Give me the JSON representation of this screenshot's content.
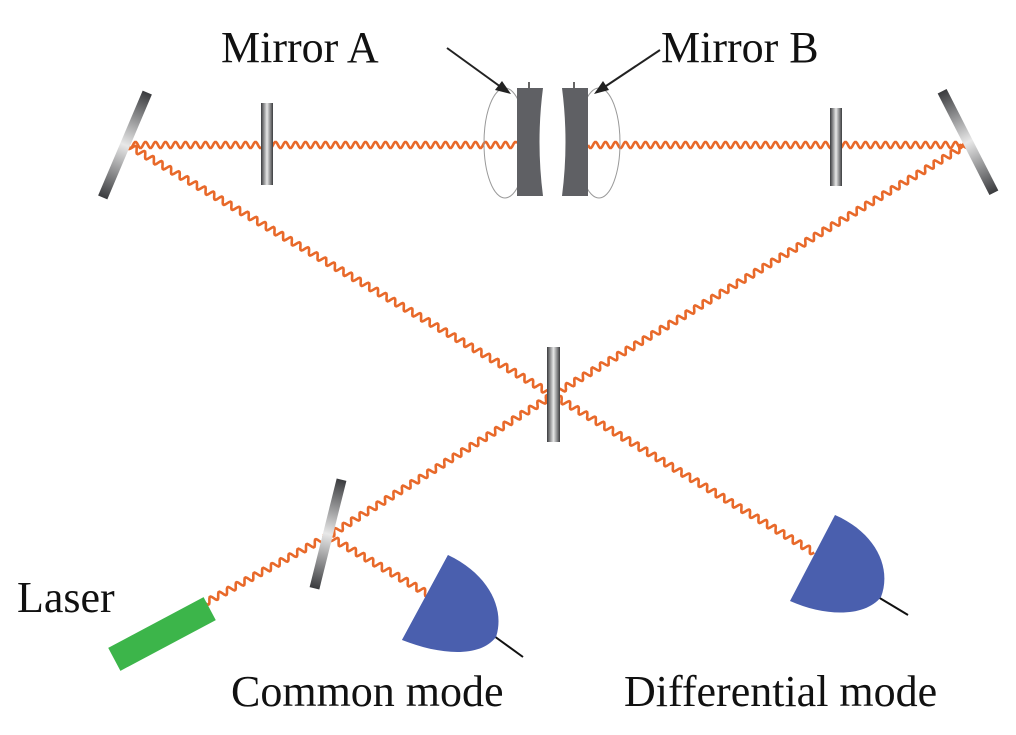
{
  "labels": {
    "mirror_a": "Mirror A",
    "mirror_b": "Mirror B",
    "laser": "Laser",
    "common_mode": "Common mode",
    "differential_mode": "Differential mode"
  },
  "colors": {
    "beam": "#e8692a",
    "laser": "#3cb54a",
    "detector": "#4a5fae",
    "mirror": "#5f6064"
  }
}
